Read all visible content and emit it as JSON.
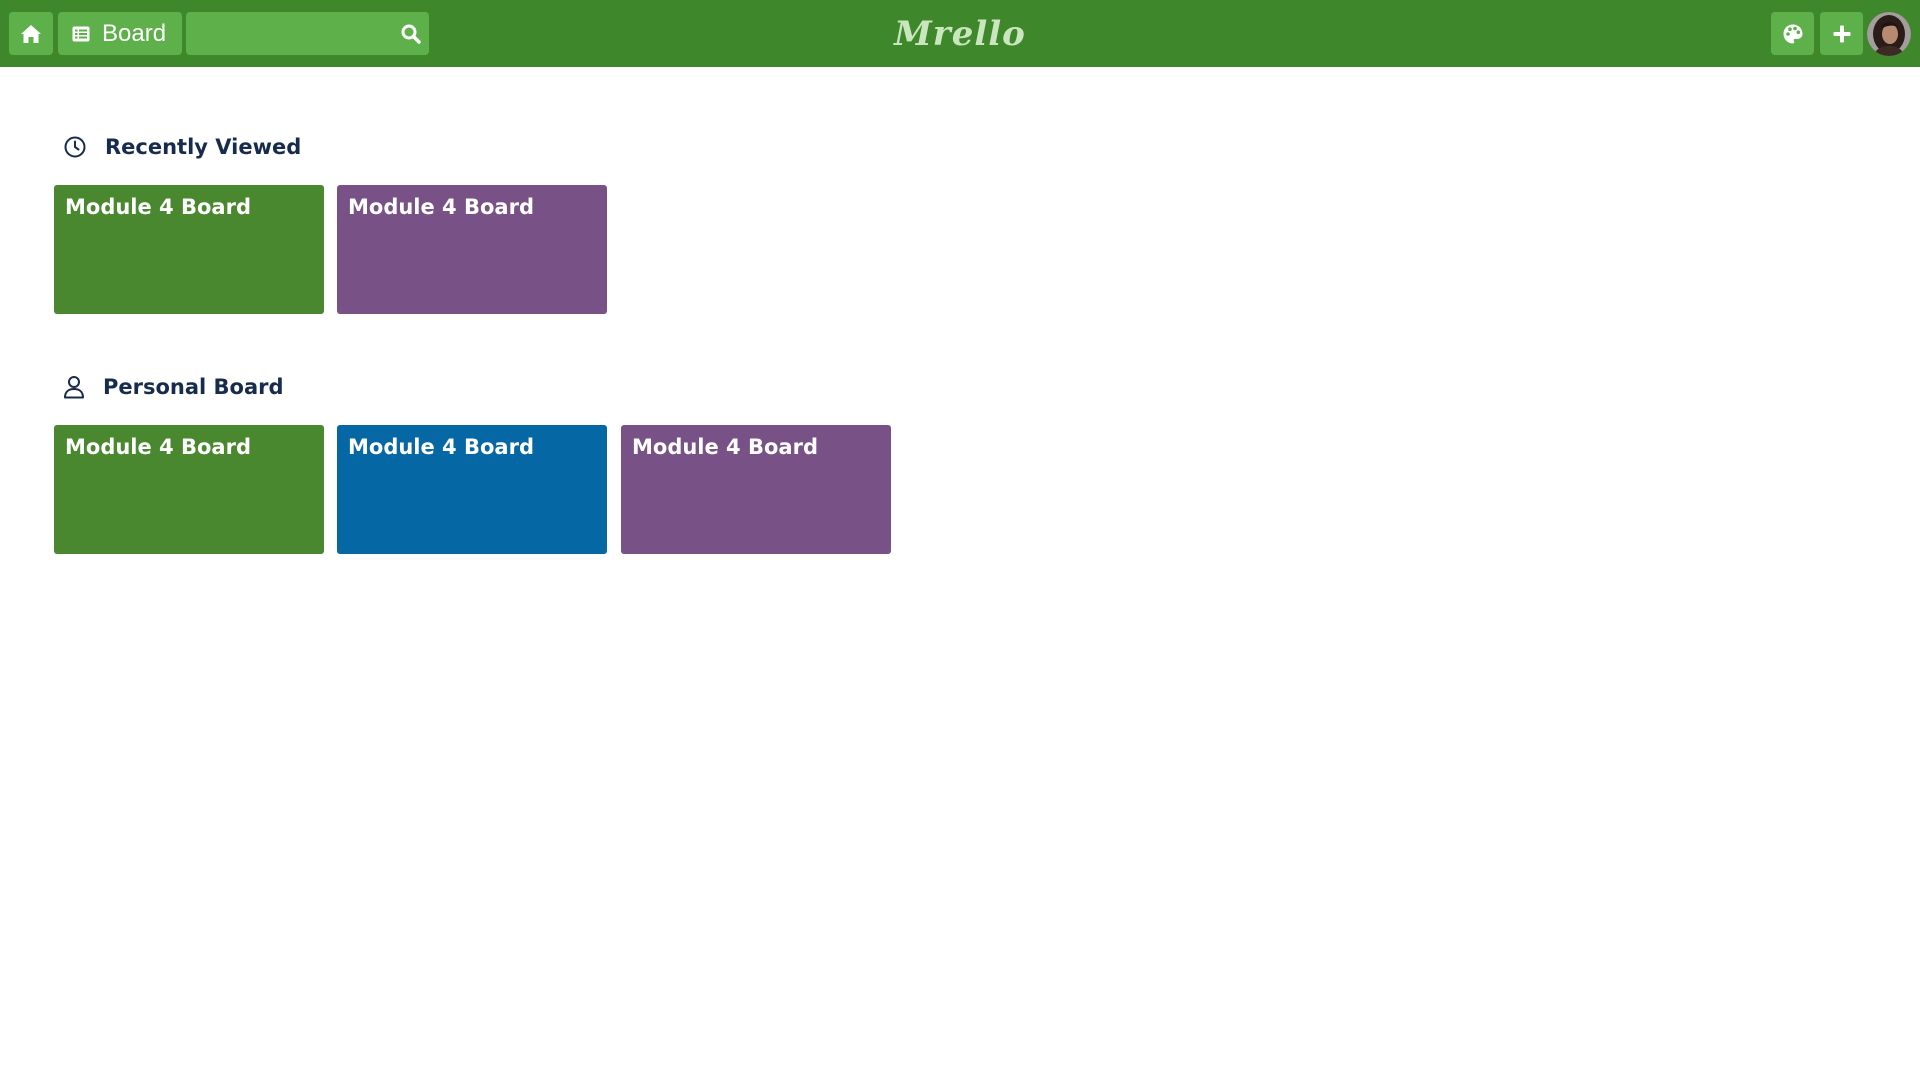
{
  "header": {
    "board_label": "Board",
    "search": {
      "value": "",
      "placeholder": ""
    },
    "brand": "Mrello"
  },
  "colors": {
    "topbar": "#3f872b",
    "button": "#5eb04a",
    "green": "#4a882f",
    "purple": "#785286",
    "blue": "#0667a5",
    "heading": "#172b4d"
  },
  "icons": {
    "home": "home-icon",
    "board": "board-list-icon",
    "search": "search-icon",
    "palette": "palette-icon",
    "plus": "plus-icon",
    "recent": "clock-icon",
    "personal": "user-icon"
  },
  "sections": {
    "recent": {
      "title": "Recently Viewed",
      "boards": [
        {
          "name": "Module 4 Board",
          "color": "#4a882f"
        },
        {
          "name": "Module 4 Board",
          "color": "#785286"
        }
      ]
    },
    "personal": {
      "title": "Personal Board",
      "boards": [
        {
          "name": "Module 4 Board",
          "color": "#4a882f"
        },
        {
          "name": "Module 4 Board",
          "color": "#0667a5"
        },
        {
          "name": "Module 4 Board",
          "color": "#785286"
        }
      ]
    }
  }
}
